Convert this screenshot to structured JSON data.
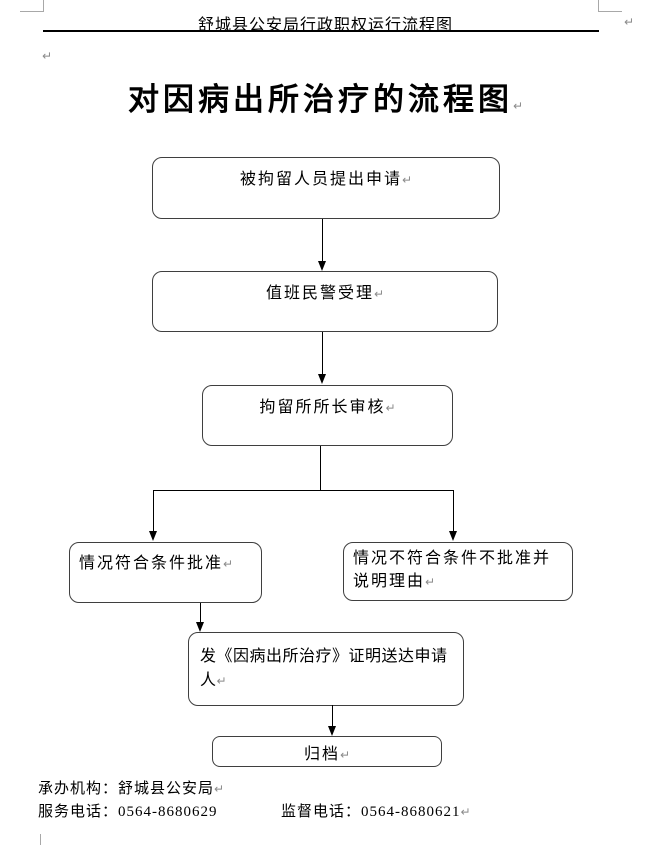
{
  "marks": {
    "pilcrow": "↵"
  },
  "header": {
    "title": "舒城县公安局行政职权运行流程图"
  },
  "doc_title": "对因病出所治疗的流程图",
  "flowchart": {
    "nodes": [
      {
        "label": "被拘留人员提出申请"
      },
      {
        "label": "值班民警受理"
      },
      {
        "label": "拘留所所长审核"
      },
      {
        "label": "情况符合条件批准"
      },
      {
        "label": "情况不符合条件不批准并说明理由"
      },
      {
        "label": "发《因病出所治疗》证明送达申请人"
      },
      {
        "label": "归档"
      }
    ]
  },
  "footer": {
    "agency": "承办机构：舒城县公安局",
    "service_phone": "服务电话：0564-8680629",
    "supervision_phone": "监督电话：0564-8680621"
  }
}
